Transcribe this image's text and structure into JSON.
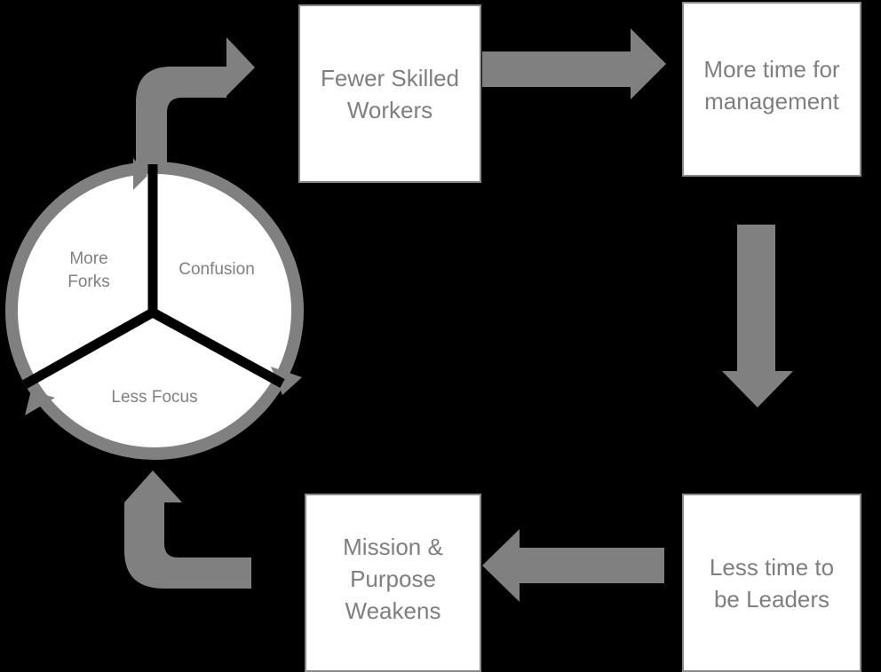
{
  "boxes": {
    "fewer_skilled": "Fewer Skilled Workers",
    "more_time_mgmt": "More time for management",
    "less_time_leaders": "Less time to be Leaders",
    "mission_weakens": "Mission & Purpose Weakens"
  },
  "cycle": {
    "more_forks": "More Forks",
    "confusion": "Confusion",
    "less_focus": "Less Focus"
  },
  "colors": {
    "arrow": "#808080",
    "text": "#7f7f7f",
    "background": "#000000"
  }
}
